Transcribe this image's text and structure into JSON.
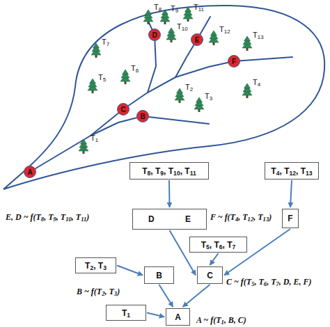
{
  "diagram": {
    "nodes": [
      {
        "text": [
          "D"
        ]
      },
      {
        "text": [
          "E"
        ]
      },
      {
        "text": [
          "F"
        ]
      },
      {
        "text": [
          "C"
        ]
      },
      {
        "text": [
          "B"
        ]
      },
      {
        "text": [
          "A"
        ]
      },
      {
        "text": [
          "T8, T9, T10, T11"
        ]
      },
      {
        "text": [
          "T4, T12, T13"
        ]
      },
      {
        "text": [
          "D",
          "E"
        ]
      },
      {
        "text": [
          "F"
        ]
      },
      {
        "text": [
          "T5, T6, T7"
        ]
      },
      {
        "text": [
          "T2, T3"
        ]
      },
      {
        "text": [
          "B"
        ]
      },
      {
        "text": [
          "C"
        ]
      },
      {
        "text": [
          "T1"
        ]
      },
      {
        "text": [
          "A"
        ]
      }
    ],
    "edges": [
      {
        "from": 6,
        "to": 8,
        "arrow": "to"
      },
      {
        "from": 7,
        "to": 9,
        "arrow": "to"
      },
      {
        "from": 8,
        "to": 13,
        "arrow": "to"
      },
      {
        "from": 9,
        "to": 13,
        "arrow": "to"
      },
      {
        "from": 10,
        "to": 13,
        "arrow": "to"
      },
      {
        "from": 11,
        "to": 12,
        "arrow": "to"
      },
      {
        "from": 12,
        "to": 15,
        "arrow": "to"
      },
      {
        "from": 13,
        "to": 15,
        "arrow": "to"
      },
      {
        "from": 14,
        "to": 15,
        "arrow": "to"
      }
    ],
    "labels": [
      "T1",
      "T2",
      "T3",
      "T4",
      "T5",
      "T6",
      "T7",
      "T8",
      "T9",
      "T10",
      "T11",
      "T12",
      "T13",
      "E, D ~ f(T8, T9, T10, T11)",
      "F ~ f(T4, T12, T13)",
      "B ~ f(T2, T3)",
      "C ~ f(T5, T6, T7, D, E, F)",
      "A ~ f(T1, B, C)"
    ]
  }
}
